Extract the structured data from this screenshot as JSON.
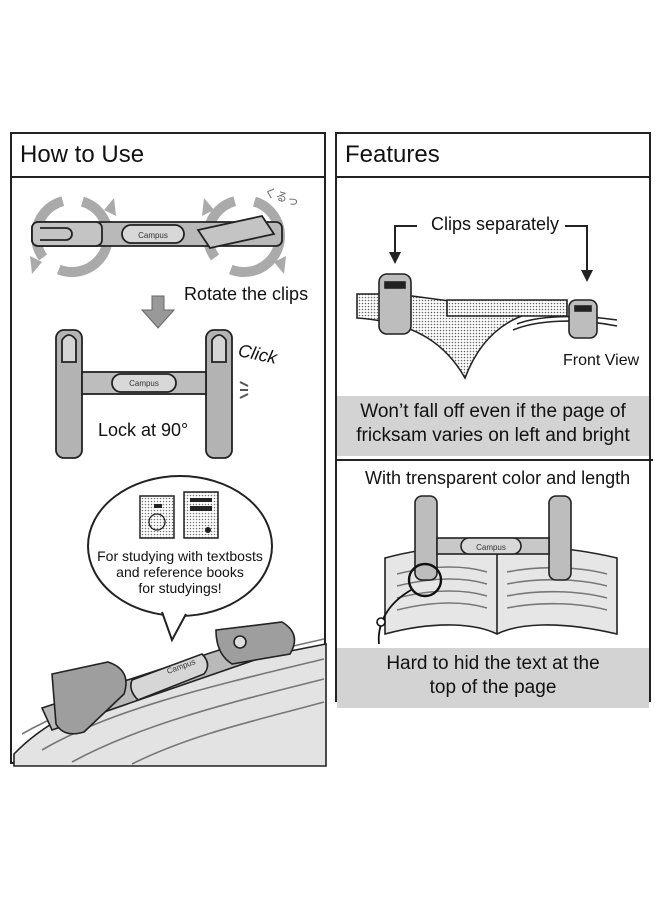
{
  "how_to_use": {
    "title": "How to Use",
    "rotate_label": "Rotate the clips",
    "click_label": "Click",
    "kuru_label": "くるっ",
    "lock_label": "Lock at 90°",
    "brand": "Campus",
    "bubble_lines": [
      "For studying with textbosts",
      "and reference books",
      "for studyings!"
    ]
  },
  "features": {
    "title": "Features",
    "clips_label": "Clips separately",
    "front_view_label": "Front View",
    "band1_lines": [
      "Won’t fall off even if the page of",
      "fricksam varies on left and bright"
    ],
    "transparent_label": "With trensparent color and length",
    "brand": "Campus",
    "band2_lines": [
      "Hard to hid the text at the",
      "top of the page"
    ]
  }
}
